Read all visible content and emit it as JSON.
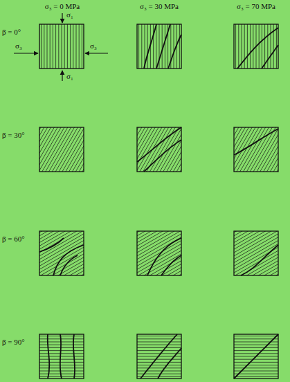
{
  "diagram": {
    "labels": [
      "σ₃ = 0 MPa",
      "σ₁",
      "σ₃",
      "σ₃",
      "σ₁",
      "σ₃ = 30 MPa",
      "σ₃ = 70 MPa",
      "β = 0°",
      "β = 30°",
      "β = 60°",
      "β = 90°"
    ]
  }
}
